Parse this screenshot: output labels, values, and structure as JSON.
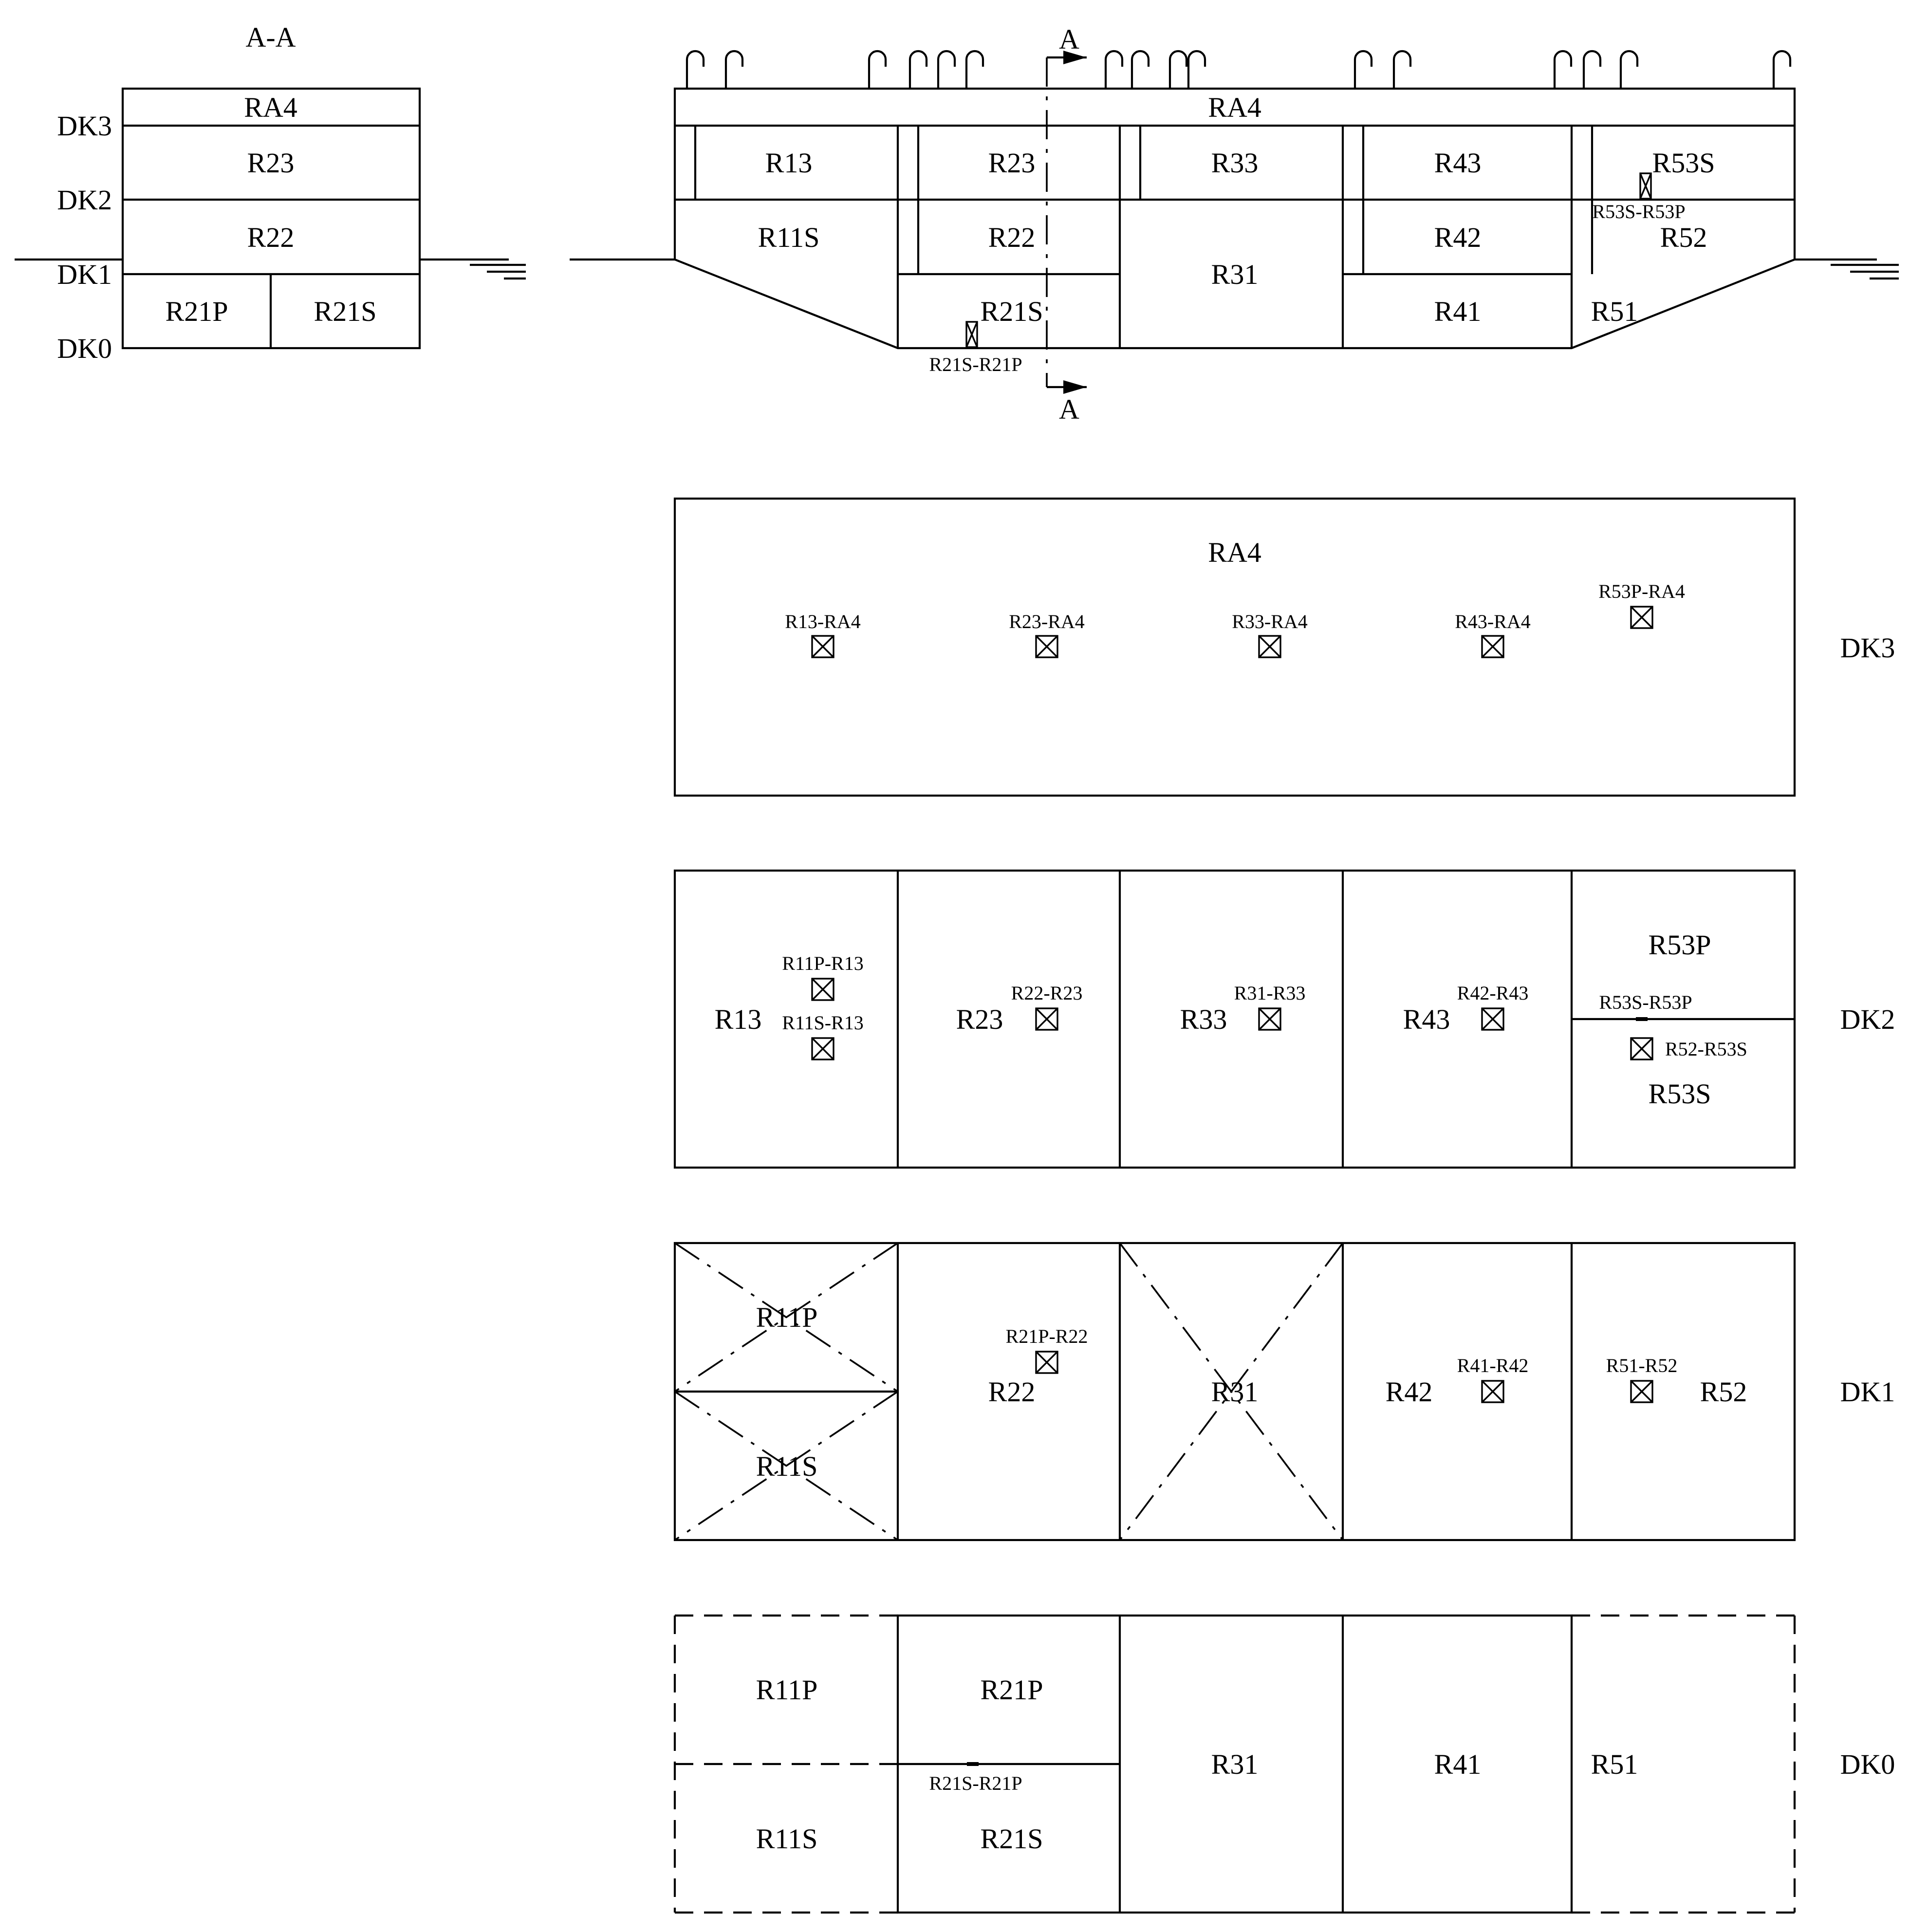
{
  "section_view": {
    "title": "A-A",
    "deck_labels": [
      "DK3",
      "DK2",
      "DK1",
      "DK0"
    ],
    "rooms": [
      "RA4",
      "R23",
      "R22",
      "R21P",
      "R21S"
    ]
  },
  "profile_view": {
    "section_mark": "A",
    "rooms_top": [
      "R13",
      "R23",
      "R33",
      "R43",
      "R53S"
    ],
    "ra4": "RA4",
    "rooms_mid": [
      "R11S",
      "R22",
      "R31",
      "R42",
      "R52"
    ],
    "rooms_bottom": [
      "R21S",
      "R41",
      "R51"
    ],
    "openings": [
      "R21S-R21P",
      "R53S-R53P"
    ]
  },
  "plans": {
    "dk3": {
      "deck": "DK3",
      "room": "RA4",
      "openings": [
        "R13-RA4",
        "R23-RA4",
        "R33-RA4",
        "R43-RA4",
        "R53P-RA4"
      ]
    },
    "dk2": {
      "deck": "DK2",
      "rooms": [
        "R13",
        "R23",
        "R33",
        "R43",
        "R53P",
        "R53S"
      ],
      "openings": [
        "R11P-R13",
        "R11S-R13",
        "R22-R23",
        "R31-R33",
        "R42-R43",
        "R53S-R53P",
        "R52-R53S"
      ]
    },
    "dk1": {
      "deck": "DK1",
      "rooms": [
        "R11P",
        "R11S",
        "R22",
        "R31",
        "R42",
        "R52"
      ],
      "openings": [
        "R21P-R22",
        "R41-R42",
        "R51-R52"
      ]
    },
    "dk0": {
      "deck": "DK0",
      "rooms": [
        "R11P",
        "R11S",
        "R21P",
        "R21S",
        "R31",
        "R41",
        "R51"
      ],
      "openings": [
        "R21S-R21P"
      ]
    }
  }
}
